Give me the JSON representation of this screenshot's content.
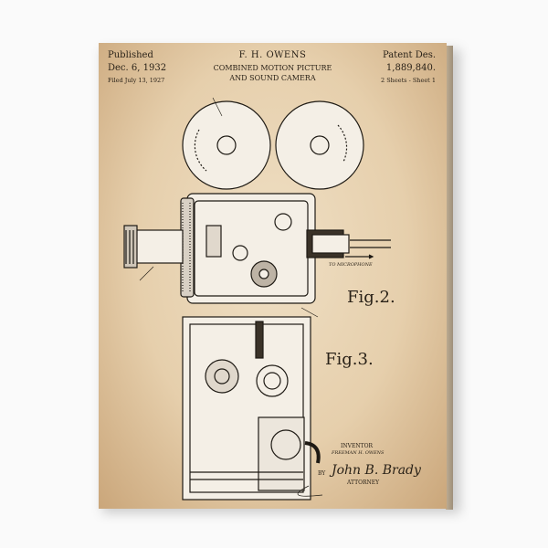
{
  "header": {
    "published_label": "Published",
    "published_date": "Dec. 6, 1932",
    "filed": "Filed July 13, 1927",
    "inventor_header": "F. H. OWENS",
    "title_line1": "COMBINED MOTION PICTURE",
    "title_line2": "AND SOUND CAMERA",
    "patent_label": "Patent Des.",
    "patent_number": "1,889,840.",
    "sheets": "2 Sheets - Sheet 1"
  },
  "figures": {
    "fig2": "Fig.2.",
    "fig3": "Fig.3.",
    "microphone_note": "TO MICROPHONE"
  },
  "footer": {
    "inventor_label": "INVENTOR",
    "inventor_name": "FREEMAN H. OWENS",
    "by": "BY",
    "signature": "John B. Brady",
    "attorney_label": "ATTORNEY"
  }
}
